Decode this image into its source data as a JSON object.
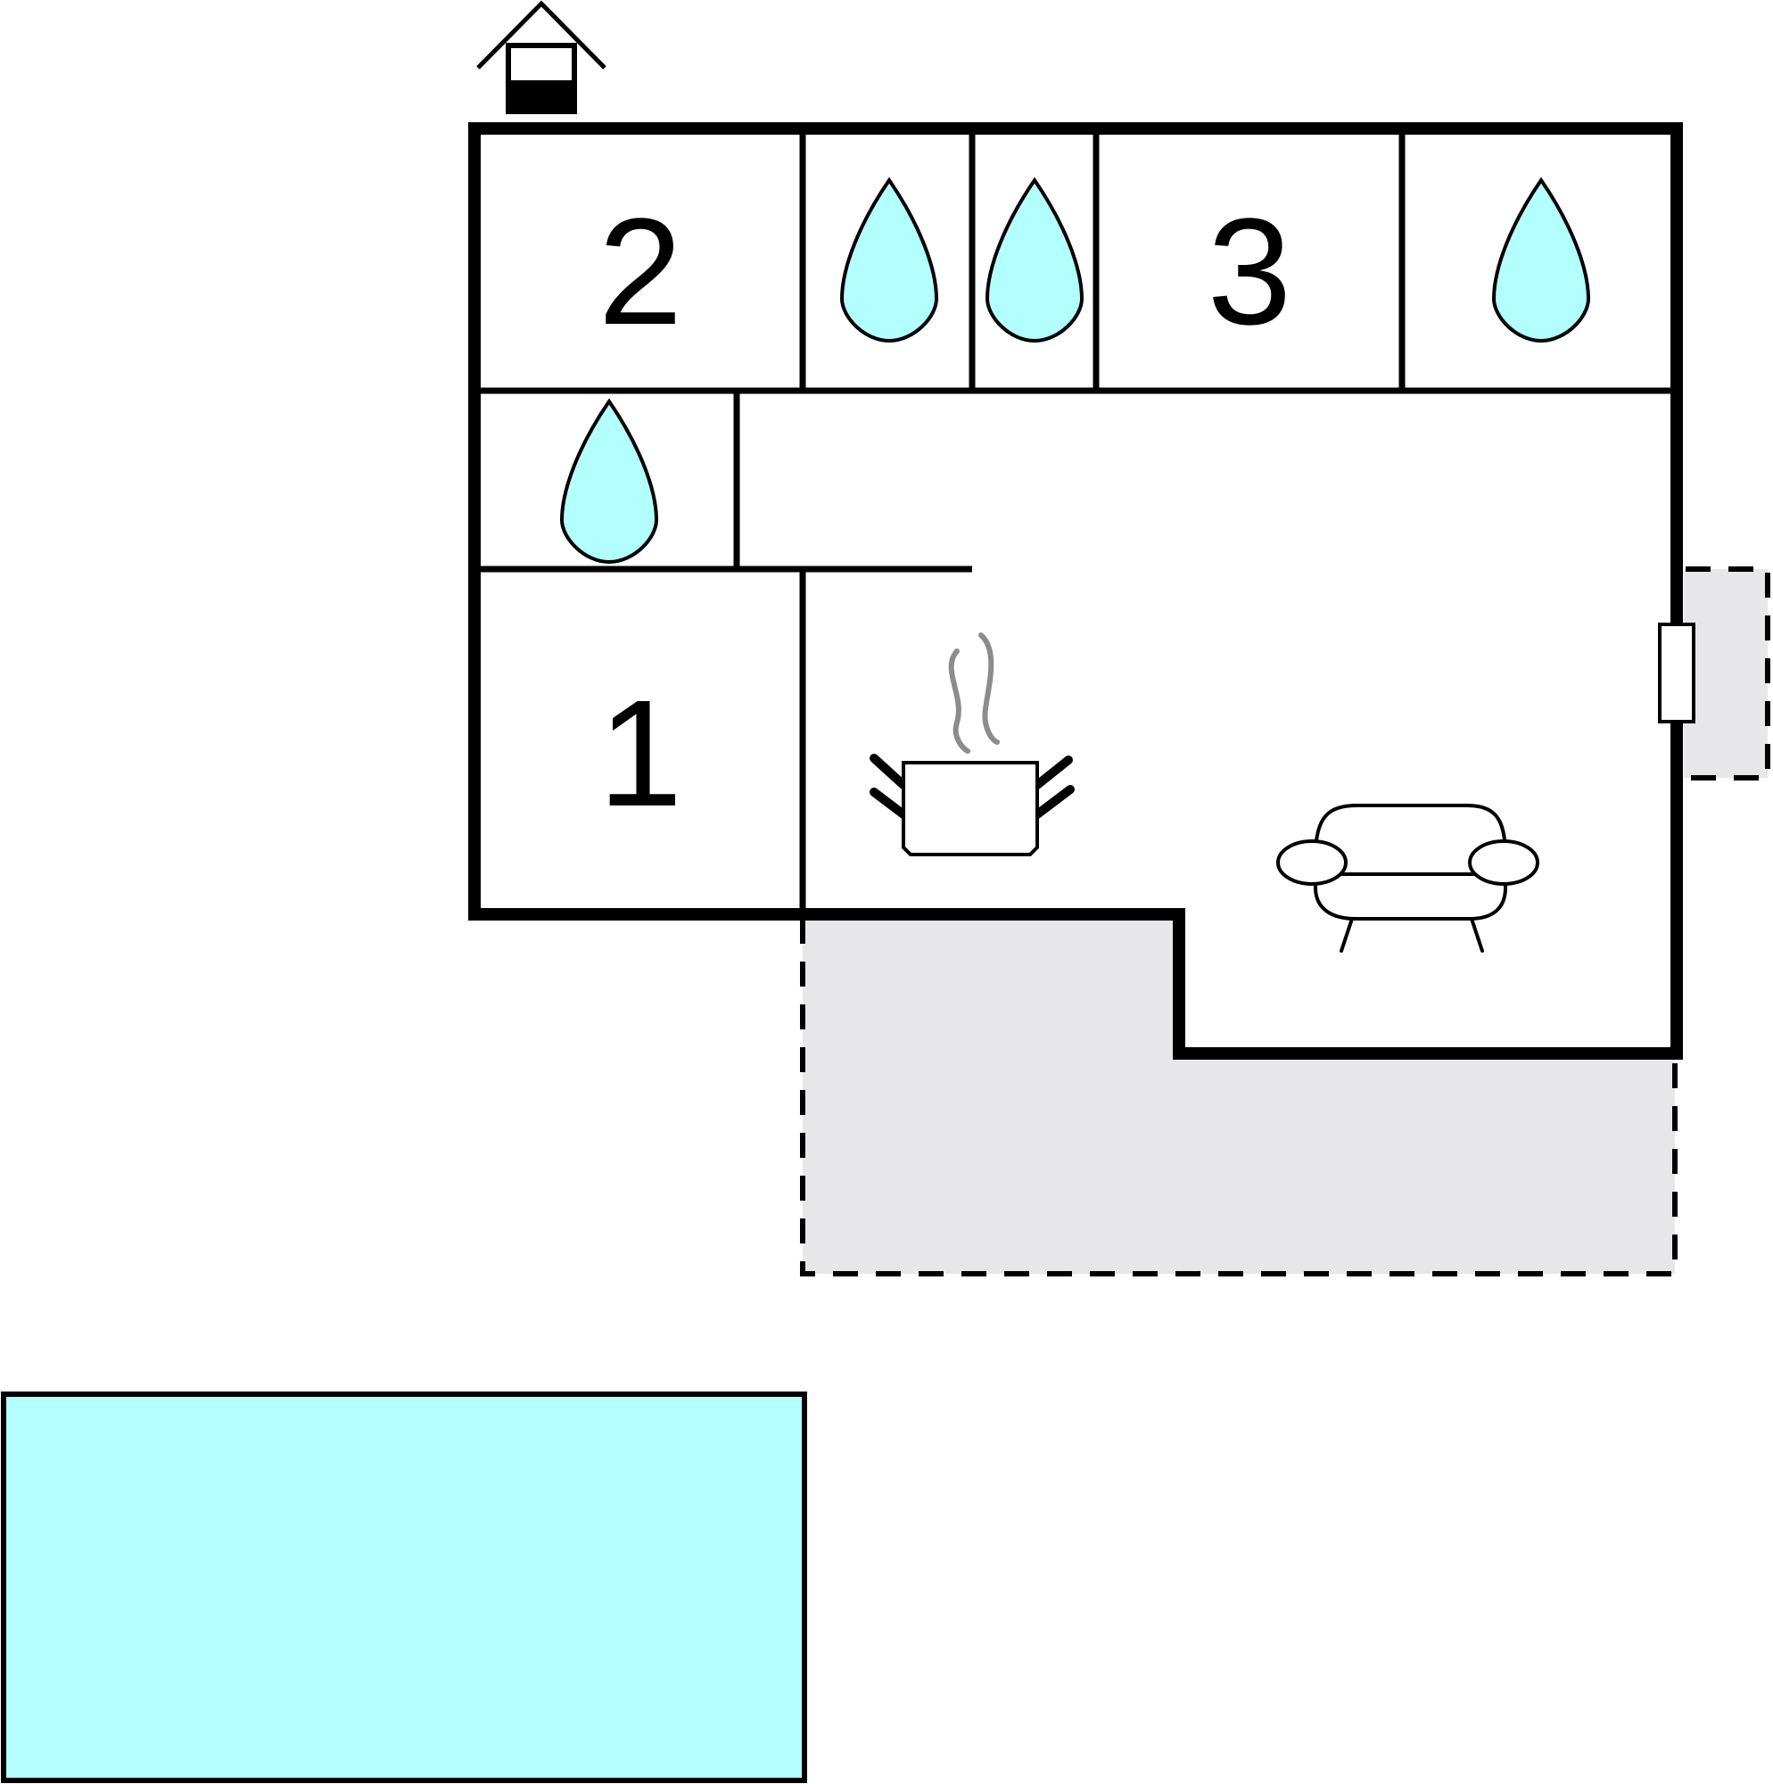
{
  "rooms": {
    "bedroom_1": {
      "number": "1"
    },
    "bedroom_2": {
      "number": "2"
    },
    "bedroom_3": {
      "number": "3"
    }
  },
  "icons": {
    "entrance": "house-icon",
    "bathroom": "water-drop-icon",
    "kitchen": "cooking-pot-icon",
    "living": "sofa-icon",
    "door": "door-icon"
  },
  "colors": {
    "wall": "#000000",
    "water": "#b3ffff",
    "terrace": "#e7e7ea",
    "steam": "#8c8c8c",
    "background": "#ffffff"
  }
}
